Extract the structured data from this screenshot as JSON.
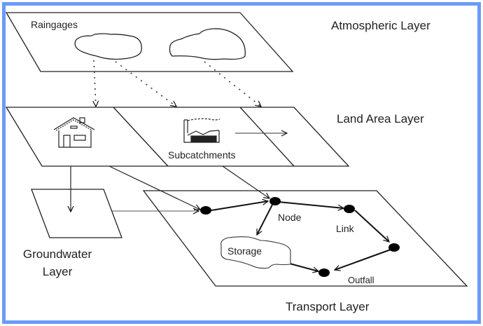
{
  "diagram": {
    "frame_color": "#6b9bf7",
    "line_color": "#111111",
    "layers": {
      "atmospheric": "Atmospheric Layer",
      "land_area": "Land Area Layer",
      "groundwater_line1": "Groundwater",
      "groundwater_line2": "Layer",
      "transport": "Transport Layer"
    },
    "labels": {
      "raingages": "Raingages",
      "subcatchments": "Subcatchments",
      "node": "Node",
      "link": "Link",
      "storage": "Storage",
      "outfall": "Outfall"
    },
    "icons": [
      "cloud-icon",
      "cloud-icon",
      "house-icon",
      "factory-icon",
      "junction-node-icon"
    ]
  }
}
